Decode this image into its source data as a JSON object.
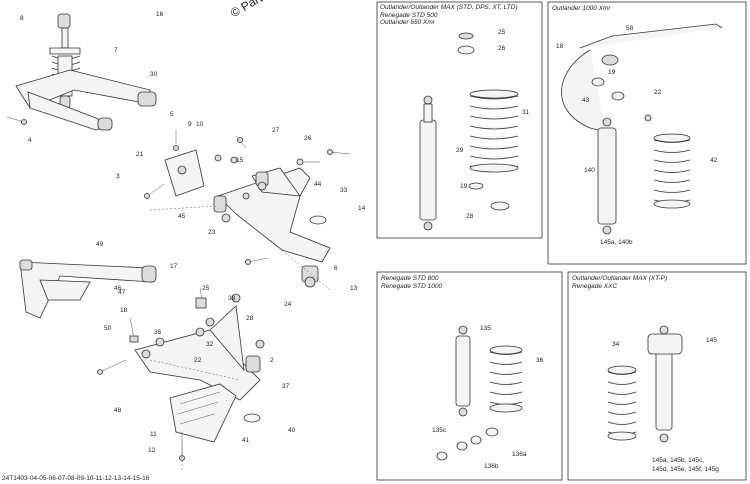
{
  "watermark": "© Partzilla.com",
  "footer_code": "24T1403-04-05-06-07-08-09-10-11-12-13-14-15-16",
  "box1": {
    "title_lines": [
      "Outlander/Outlander MAX (STD, DPS, XT, LTD)",
      "Renegade STD 500",
      "Outlander 650 Xmr"
    ],
    "callouts": [
      "25",
      "26",
      "31",
      "29",
      "19",
      "28"
    ]
  },
  "box2": {
    "title_lines": [
      "Outlander 1000 Xmr"
    ],
    "callouts": [
      "58",
      "18",
      "19",
      "22",
      "43",
      "140",
      "42",
      "145a, 140b"
    ]
  },
  "box3": {
    "title_lines": [
      "Renegade STD 800",
      "Renegade STD 1000"
    ],
    "callouts": [
      "135",
      "36",
      "135c",
      "136b",
      "136a"
    ]
  },
  "box4": {
    "title_lines": [
      "Outlander/Outlander MAX (XT-P)",
      "Renegade XXC"
    ],
    "callouts": [
      "34",
      "145",
      "145a, 145b, 145c,",
      "145d, 145e, 145f, 145g"
    ]
  },
  "main_callouts": [
    "2",
    "3",
    "4",
    "5",
    "6",
    "7",
    "8",
    "9",
    "10",
    "11",
    "12",
    "13",
    "14",
    "15",
    "16",
    "17",
    "18",
    "21",
    "22",
    "23",
    "24",
    "25",
    "26",
    "27",
    "28",
    "30",
    "32",
    "33",
    "35",
    "37",
    "38",
    "40",
    "41",
    "44",
    "45",
    "46",
    "47",
    "48",
    "49",
    "50"
  ]
}
